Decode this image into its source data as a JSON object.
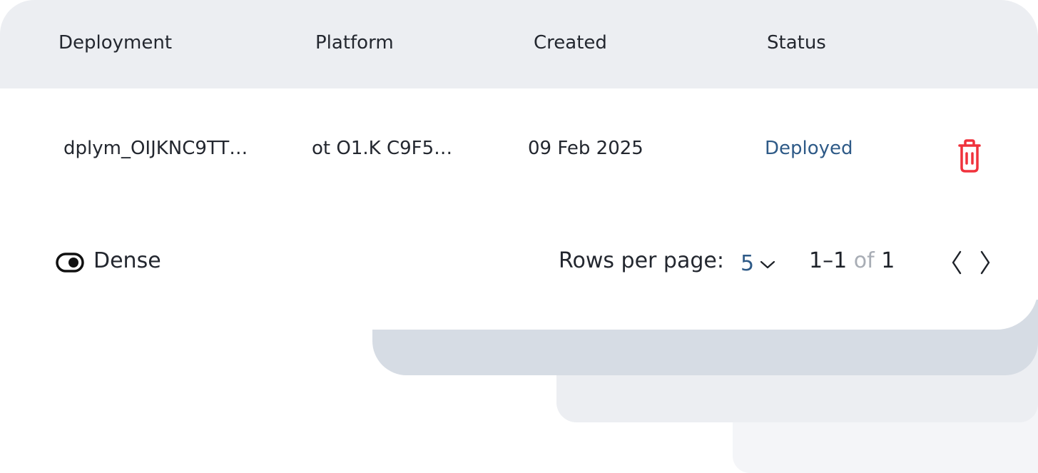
{
  "table": {
    "columns": [
      "Deployment",
      "Platform",
      "Created",
      "Status"
    ],
    "rows": [
      {
        "deployment": "dplym_OIJKNC9TT…",
        "platform": "ot O1.K C9F5…",
        "created": "09 Feb 2025",
        "status": "Deployed",
        "action_icon": "trash-icon"
      }
    ]
  },
  "footer": {
    "dense_label": "Dense",
    "dense_toggle_on": true,
    "rows_per_page_label": "Rows per page:",
    "rows_per_page_value": "5",
    "range_start": "1–1",
    "range_of": "of",
    "range_total": "1",
    "prev_icon": "chevron-left-icon",
    "next_icon": "chevron-right-icon"
  },
  "colors": {
    "header_bg": "#eceef2",
    "status_deployed": "#2e5a87",
    "delete_red": "#f0323c",
    "muted": "#a8adb5"
  }
}
